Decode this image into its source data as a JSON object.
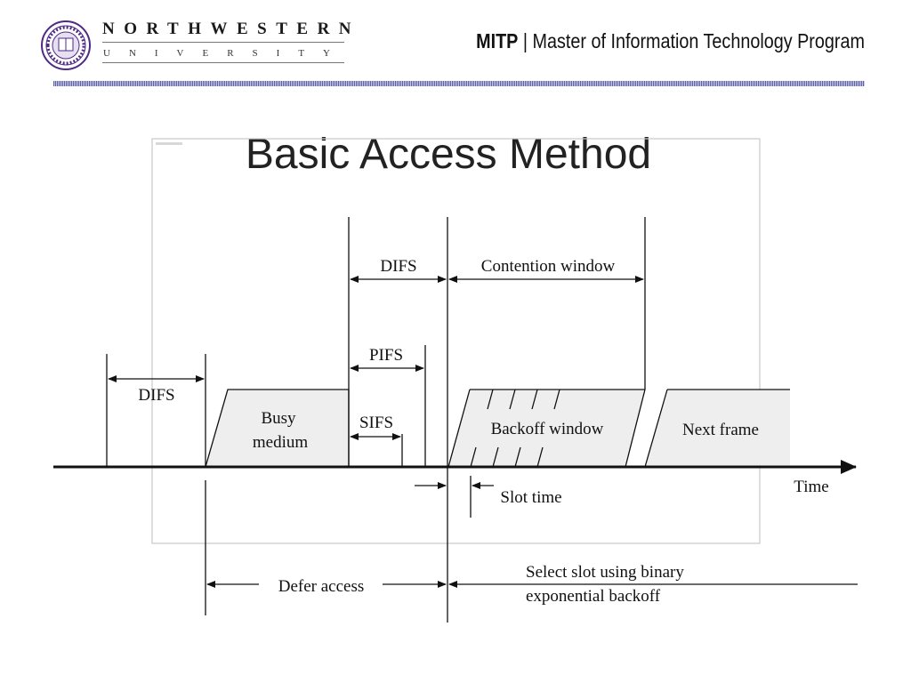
{
  "header": {
    "university_name": "NORTHWESTERN",
    "university_sub": "UNIVERSITY",
    "program_abbr": "MITP",
    "program_separator": "|",
    "program_name": "Master of Information Technology Program"
  },
  "slide": {
    "title": "Basic Access Method"
  },
  "diagram": {
    "labels": {
      "difs_left": "DIFS",
      "difs_top": "DIFS",
      "contention_window": "Contention window",
      "pifs": "PIFS",
      "sifs": "SIFS",
      "busy_line1": "Busy",
      "busy_line2": "medium",
      "backoff_window": "Backoff window",
      "next_frame": "Next frame",
      "time": "Time",
      "slot_time": "Slot time",
      "defer_access": "Defer access",
      "select_line1": "Select slot using binary",
      "select_line2": "exponential backoff"
    },
    "colors": {
      "frame_fill": "#eeeeee",
      "line": "#111111"
    }
  }
}
